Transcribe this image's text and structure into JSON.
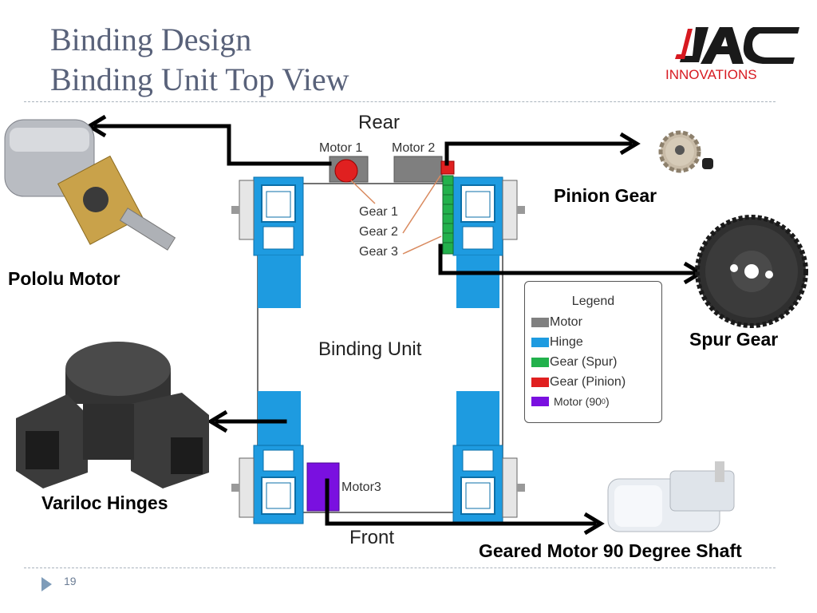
{
  "slide": {
    "title_line1": "Binding Design",
    "title_line2": "Binding Unit Top View",
    "page_number": "19"
  },
  "logo": {
    "mark": "JAC",
    "text": "INNOVATIONS",
    "colors": {
      "red": "#d71920",
      "dark": "#1a1a1a"
    }
  },
  "diagram": {
    "rear": "Rear",
    "front": "Front",
    "center": "Binding Unit",
    "motor1": "Motor 1",
    "motor2": "Motor 2",
    "motor3": "Motor3",
    "gear1": "Gear 1",
    "gear2": "Gear 2",
    "gear3": "Gear 3"
  },
  "legend": {
    "title": "Legend",
    "items": [
      {
        "label": "Motor",
        "color": "#808080"
      },
      {
        "label": "Hinge",
        "color": "#1e9be0"
      },
      {
        "label": "Gear (Spur)",
        "color": "#22b14c"
      },
      {
        "label": "Gear (Pinion)",
        "color": "#e02020"
      },
      {
        "label": "Motor (90",
        "sup": "0",
        "tail": ")",
        "color": "#7a10e0"
      }
    ]
  },
  "callouts": {
    "pololu": "Pololu Motor",
    "pinion": "Pinion Gear",
    "spur": "Spur Gear",
    "variloc": "Variloc Hinges",
    "geared": "Geared Motor 90 Degree Shaft"
  }
}
